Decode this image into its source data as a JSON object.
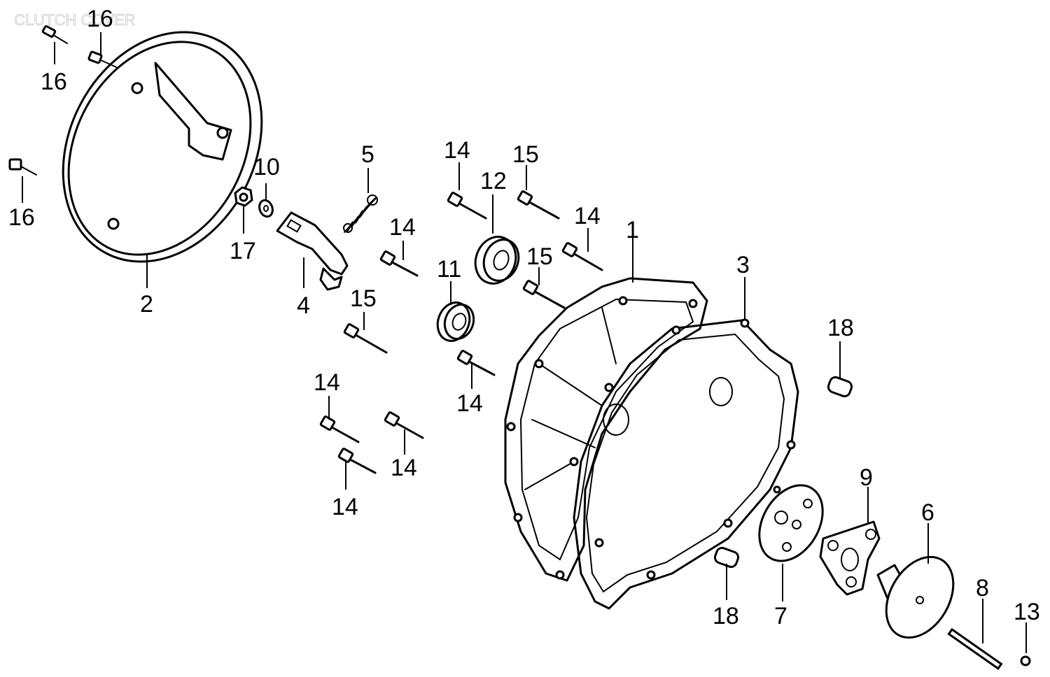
{
  "diagram": {
    "watermark": "CLUTCH COVER",
    "callouts": [
      "16",
      "16",
      "16",
      "2",
      "10",
      "17",
      "4",
      "5",
      "14",
      "15",
      "12",
      "14",
      "14",
      "15",
      "1",
      "11",
      "15",
      "3",
      "18",
      "14",
      "14",
      "14",
      "14",
      "9",
      "6",
      "18",
      "7",
      "8",
      "13"
    ]
  }
}
